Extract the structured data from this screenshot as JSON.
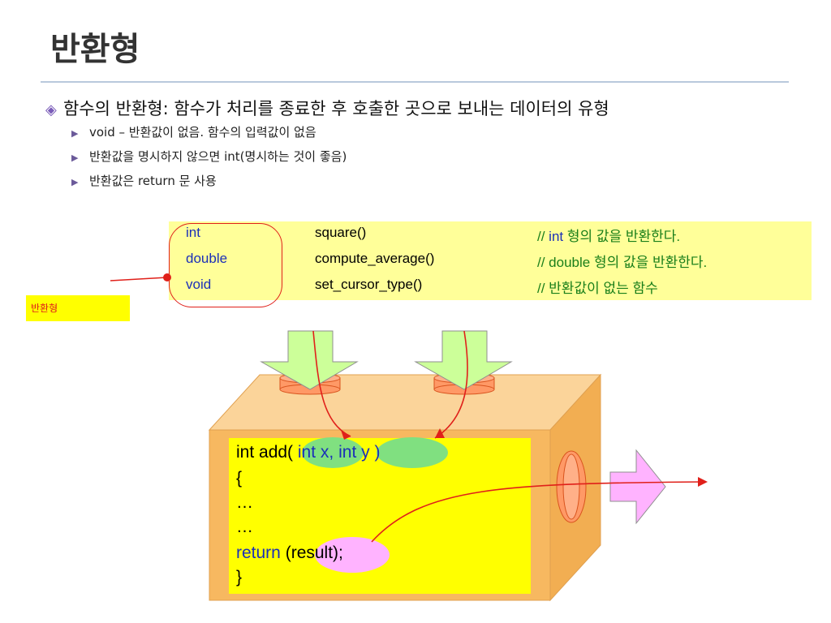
{
  "slide": {
    "title": "반환형",
    "bullet_main": "함수의 반환형: 함수가 처리를 종료한 후 호출한 곳으로 보내는 데이터의 유형",
    "sub_bullets": [
      "void – 반환값이 없음. 함수의 입력값이 없음",
      "반환값을 명시하지 않으면 int(명시하는 것이 좋음)",
      "반환값은 return 문 사용"
    ]
  },
  "code_table": {
    "rows": [
      {
        "type": "int",
        "func": "square()",
        "comment_prefix": "// ",
        "comment_kw": "int",
        "comment_rest": " 형의 값을 반환한다."
      },
      {
        "type": "double",
        "func": "compute_average()",
        "comment_prefix": "// ",
        "comment_kw": "double",
        "comment_rest": " 형의 값을 반환한다."
      },
      {
        "type": "void",
        "func": "set_cursor_type()",
        "comment_prefix": "// ",
        "comment_kw": "",
        "comment_rest": "반환값이 없는 함수"
      }
    ]
  },
  "callout": {
    "label": "반환형"
  },
  "box_code": {
    "line1_a": "int add(",
    "param1": "int x,",
    "param2": "int y )",
    "line2": "{",
    "line3": " …",
    "line4": " …",
    "line5_a": "  return ",
    "result": "(result)",
    "line5_b": ";",
    "line6": "}"
  },
  "colors": {
    "accent_red": "#e0201a",
    "code_bg": "#ffff99",
    "box_orange": "#f7b860",
    "green_arrow": "#ccff99",
    "pink": "#ffb3ff"
  }
}
